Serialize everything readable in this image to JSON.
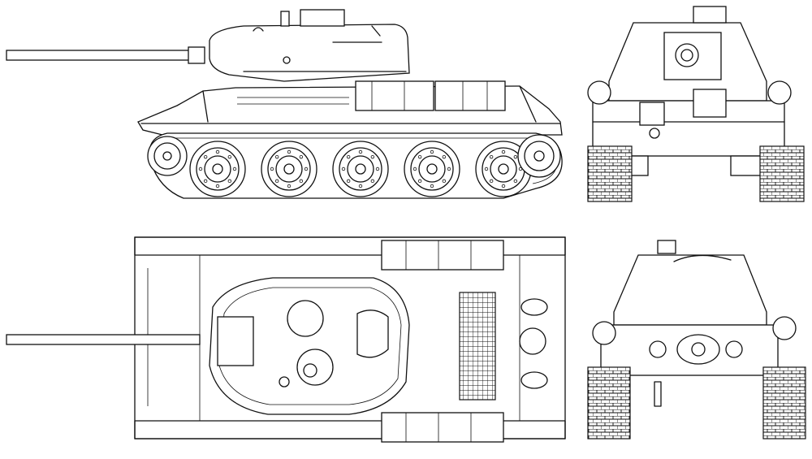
{
  "drawing": {
    "views": [
      {
        "id": "side",
        "kind": "side-elevation",
        "road_wheels": 5
      },
      {
        "id": "front",
        "kind": "front-elevation"
      },
      {
        "id": "top",
        "kind": "plan-view"
      },
      {
        "id": "rear",
        "kind": "rear-elevation"
      }
    ],
    "line_color": "#111111",
    "paper_color": "#ffffff"
  }
}
